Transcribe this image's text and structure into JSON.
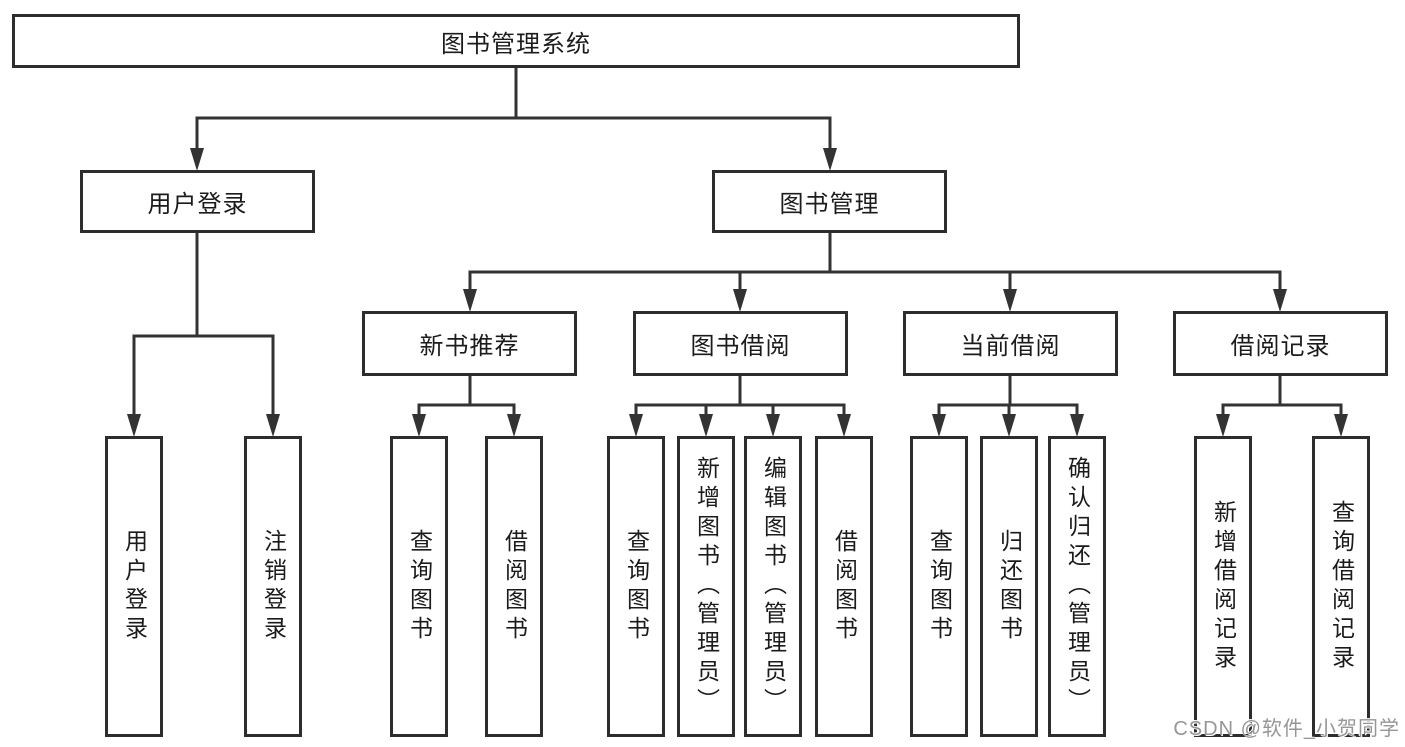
{
  "diagram": {
    "title": "图书管理系统",
    "level2": {
      "user_login": "用户登录",
      "book_mgmt": "图书管理"
    },
    "level3": {
      "new_book": "新书推荐",
      "book_borrow": "图书借阅",
      "current_borrow": "当前借阅",
      "borrow_record": "借阅记录"
    },
    "leaves": {
      "user_login": [
        "用户登录",
        "注销登录"
      ],
      "new_book": [
        "查询图书",
        "借阅图书"
      ],
      "book_borrow": [
        "查询图书",
        "新增图书（管理员）",
        "编辑图书（管理员）",
        "借阅图书"
      ],
      "current_borrow": [
        "查询图书",
        "归还图书",
        "确认归还（管理员）"
      ],
      "borrow_record": [
        "新增借阅记录",
        "查询借阅记录"
      ]
    }
  },
  "watermark": "CSDN @软件_小贺同学",
  "colors": {
    "line": "#333333",
    "border": "#2d2d2d",
    "text": "#1b1b1b",
    "watermark": "#969696",
    "background": "#ffffff"
  }
}
